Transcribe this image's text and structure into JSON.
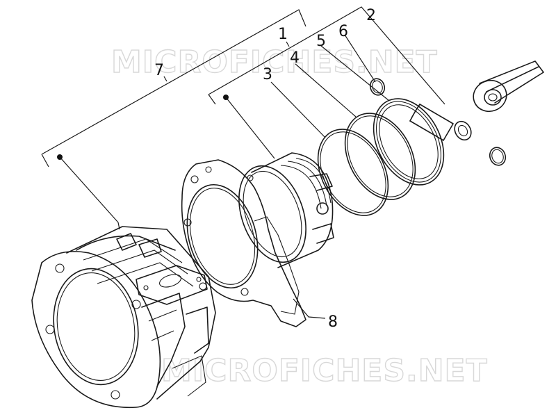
{
  "watermark": {
    "top": "MICROFICHES.NET",
    "bottom": "MICROFICHES.NET"
  },
  "callouts": {
    "c1": "1",
    "c2": "2",
    "c3": "3",
    "c4": "4",
    "c5": "5",
    "c6": "6",
    "c7": "7",
    "c8": "8"
  },
  "colors": {
    "line": "#1a1a1a",
    "watermark": "#d8d8d8",
    "background": "#ffffff"
  }
}
